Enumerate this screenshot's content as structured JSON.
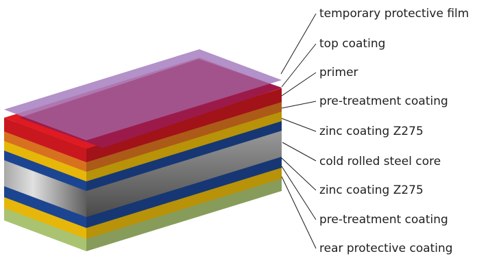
{
  "diagram": {
    "layers": [
      {
        "label": "temporary protective film",
        "color": "#a983c2",
        "opacity": 0.75
      },
      {
        "label": "top coating",
        "color": "#df1a22",
        "opacity": 1
      },
      {
        "label": "primer",
        "color": "#ef7d22",
        "opacity": 1
      },
      {
        "label": "pre-treatment coating",
        "color": "#ffcb0b",
        "opacity": 1
      },
      {
        "label": "zinc coating Z275",
        "color": "#1f4da1",
        "opacity": 1
      },
      {
        "label": "cold rolled steel core",
        "color": "#8c8c8c",
        "opacity": 1
      },
      {
        "label": "zinc coating Z275",
        "color": "#1f4da1",
        "opacity": 1
      },
      {
        "label": "pre-treatment coating",
        "color": "#ffcb0b",
        "opacity": 1
      },
      {
        "label": "rear protective coating",
        "color": "#bcd97d",
        "opacity": 1
      }
    ]
  }
}
